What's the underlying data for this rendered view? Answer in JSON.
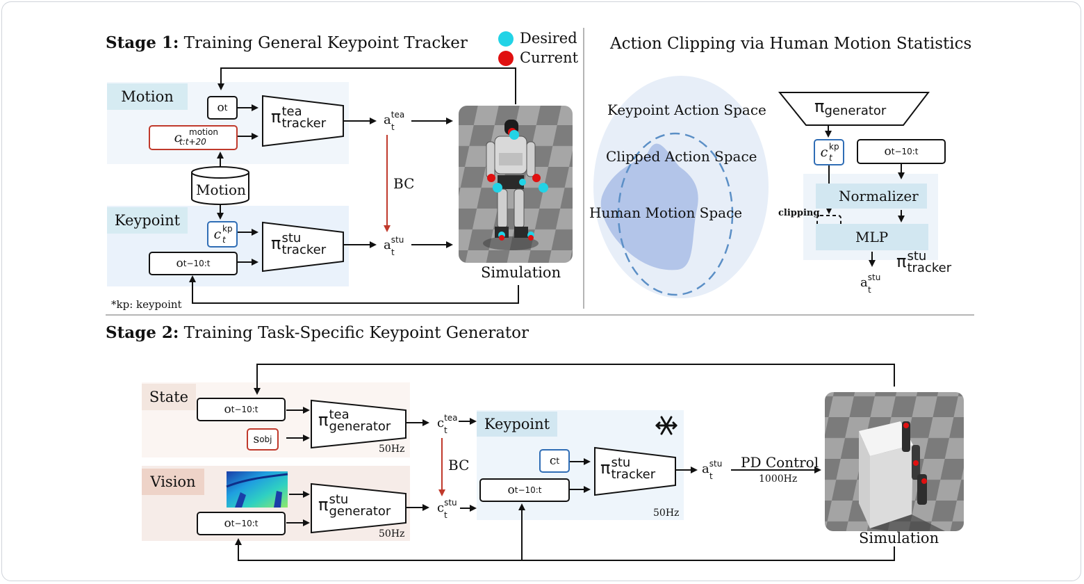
{
  "stage1": {
    "title_bold": "Stage 1:",
    "title_rest": " Training General Keypoint Tracker",
    "legend_desired": "Desired",
    "legend_current": "Current",
    "motion_label": "Motion",
    "keypoint_label": "Keypoint",
    "db_label": "Motion",
    "o_t_base": "o",
    "o_t_sub": "t",
    "c_motion_base": "c",
    "c_motion_sup": "motion",
    "c_motion_sub": "t:t+20",
    "c_kp_base": "c",
    "c_kp_sup": "kp",
    "c_kp_sub": "t",
    "o_hist_base": "o",
    "o_hist_sub": "t−10:t",
    "pi": "π",
    "tea_sup": "tea",
    "tracker": "tracker",
    "stu_sup": "stu",
    "a": "a",
    "t": "t",
    "bc": "BC",
    "simulation": "Simulation",
    "footnote": "*kp: keypoint"
  },
  "clip": {
    "title": "Action Clipping via Human Motion Statistics",
    "keypoint_space": "Keypoint Action Space",
    "clipped_space": "Clipped Action Space",
    "human_space": "Human Motion Space",
    "generator": "generator",
    "c_kp_base": "c",
    "c_kp_sup": "kp",
    "c_kp_sub": "t",
    "o_hist_base": "o",
    "o_hist_sub": "t−10:t",
    "clipping": "clipping",
    "normalizer": "Normalizer",
    "mlp": "MLP",
    "pi": "π",
    "stu_sup": "stu",
    "tracker": "tracker",
    "a": "a",
    "t": "t"
  },
  "stage2": {
    "title_bold": "Stage 2:",
    "title_rest": " Training Task-Specific Keypoint Generator",
    "state_label": "State",
    "vision_label": "Vision",
    "keypoint_label": "Keypoint",
    "o_hist_base": "o",
    "o_hist_sub": "t−10:t",
    "s_obj_base": "s",
    "s_obj_sub": "obj",
    "c_t_base": "c",
    "c_t_sub": "t",
    "pi": "π",
    "tea_sup": "tea",
    "stu_sup": "stu",
    "generator": "generator",
    "tracker": "tracker",
    "hz50": "50Hz",
    "bc": "BC",
    "pd_control": "PD Control",
    "hz1000": "1000Hz",
    "simulation": "Simulation",
    "a": "a",
    "t": "t",
    "c": "c"
  },
  "colors": {
    "desired": "#22d3e6",
    "current": "#e01010",
    "bc_arrow": "#c0392b",
    "motion_bg": "#d6ebf2",
    "keypoint_bg": "#e4eef8",
    "state_bg": "#f5ebe6",
    "vision_bg": "#f0dcd4",
    "clip_outer": "#e7eef8",
    "clip_inner": "#a9bde6",
    "dash": "#5b8fc6"
  },
  "icons": [
    "snowflake-icon",
    "robot-simulation-image",
    "box-simulation-image",
    "depth-image-icon",
    "database-icon"
  ]
}
